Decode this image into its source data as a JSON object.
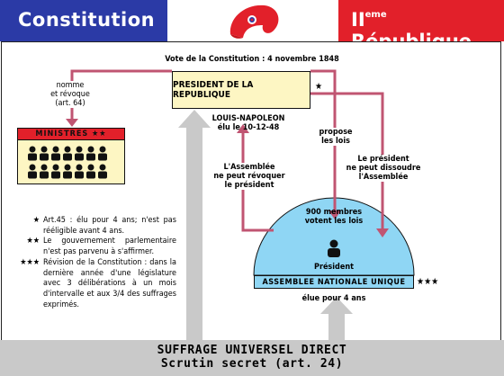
{
  "header": {
    "left_title": "Constitution",
    "right_title_prefix": "II",
    "right_title_sup": "eme",
    "right_title_suffix": " République",
    "colors": {
      "blue": "#2b3aa6",
      "white": "#ffffff",
      "red": "#e2202a"
    }
  },
  "vote_label": "Vote de la Constitution : 4 novembre 1848",
  "president": {
    "box_label": "PRESIDENT DE LA REPUBLIQUE",
    "stars": "★",
    "name": "LOUIS-NAPOLEON",
    "elected": "élu le 10-12-48"
  },
  "ministres": {
    "label": "MINISTRES",
    "stars": "★★",
    "relation": [
      "nomme",
      "et révoque",
      "(art. 64)"
    ]
  },
  "relations": {
    "assemblee_cannot_revoke": [
      "L'Assemblée",
      "ne peut révoquer",
      "le président"
    ],
    "propose_laws": [
      "propose",
      "les lois"
    ],
    "president_cannot_dissolve": [
      "Le président",
      "ne peut dissoudre",
      "l'Assemblée"
    ]
  },
  "assemblee": {
    "members": "900 membres",
    "votes": "votent les lois",
    "president_label": "Président",
    "label": "ASSEMBLEE NATIONALE UNIQUE",
    "stars": "★★★",
    "elected": "élue pour 4 ans"
  },
  "notes": [
    {
      "stars": "★",
      "text": "Art.45 : élu pour 4 ans; n'est pas rééligible avant 4 ans."
    },
    {
      "stars": "★★",
      "text": "Le gouvernement parlementaire n'est pas parvenu à s'affirmer."
    },
    {
      "stars": "★★★",
      "text": "Révision de la Constitution : dans la dernière année d'une législature avec 3 délibérations à un mois d'intervalle et aux 3/4 des suffrages exprimés."
    }
  ],
  "suffrage": {
    "line1": "SUFFRAGE UNIVERSEL DIRECT",
    "line2": "Scrutin secret (art. 24)"
  }
}
